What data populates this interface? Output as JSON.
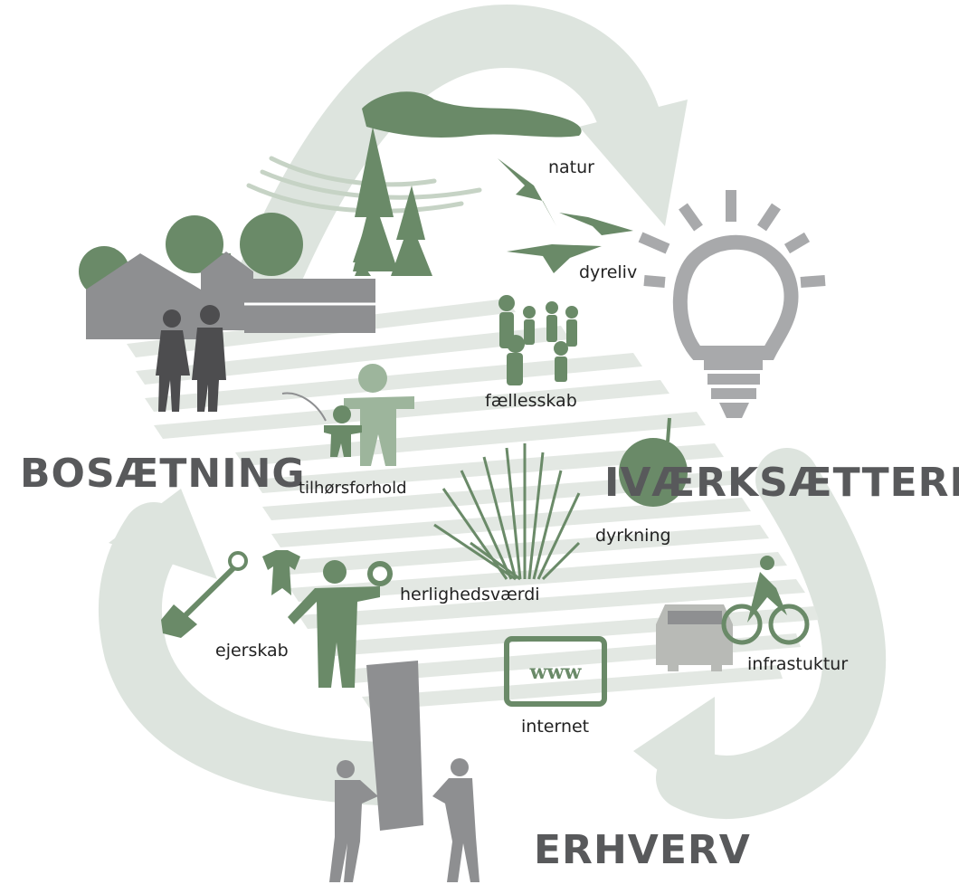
{
  "titles": {
    "bosaetning": "BOSÆTNING",
    "ivaerksaetteri": "IVÆRKSÆTTERI",
    "erhverv": "ERHVERV"
  },
  "labels": {
    "natur": "natur",
    "dyreliv": "dyreliv",
    "faellesskab": "fællesskab",
    "tilhorsforhold": "tilhørsforhold",
    "dyrkning": "dyrkning",
    "herlighedsvaerdi": "herlighedsværdi",
    "ejerskab": "ejerskab",
    "infrastuktur": "infrastuktur",
    "internet": "internet"
  },
  "icon_text": {
    "www": "www"
  },
  "colors": {
    "cycle_arrow": "#dde4de",
    "green": "#6a8a68",
    "light_green": "#9db59c",
    "gray": "#8e8f91",
    "dark_gray": "#4d4d4f",
    "stripe": "#e3e8e3",
    "title_text": "#58595b"
  }
}
